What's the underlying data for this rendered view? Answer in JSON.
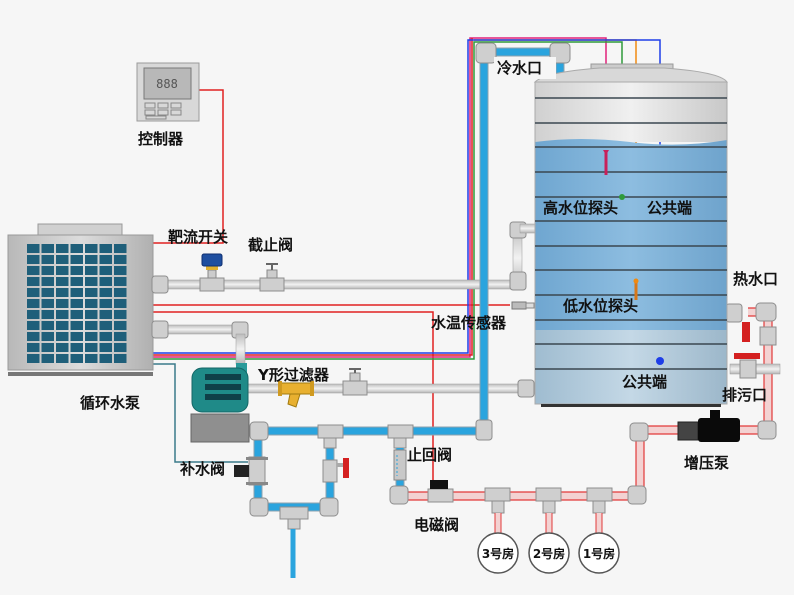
{
  "title": "空气能热泵热水系统示意图",
  "labels": {
    "controller": "控制器",
    "flow_switch": "靶流开关",
    "stop_valve": "截止阀",
    "cold_water_inlet": "冷水口",
    "high_level_probe": "高水位探头",
    "common_top": "公共端",
    "low_level_probe": "低水位探头",
    "water_temp_sensor": "水温传感器",
    "common_bottom": "公共端",
    "hot_water_outlet": "热水口",
    "drain_outlet": "排污口",
    "circulation_pump": "循环水泵",
    "y_filter": "Y形过滤器",
    "makeup_valve": "补水阀",
    "check_valve": "止回阀",
    "solenoid_valve": "电磁阀",
    "booster_pump": "增压泵",
    "room_3": "3号房",
    "room_2": "2号房",
    "room_1": "1号房"
  },
  "controller_display": "888",
  "colors": {
    "background": "#f6f6f6",
    "cold_pipe": "#2aa4de",
    "hot_pipe_line": "#e23a3a",
    "wire_red": "#e02020",
    "wire_pink": "#e0207a",
    "wire_green": "#2e9a3a",
    "wire_orange": "#f08a10",
    "wire_blue": "#1e3ee8",
    "tank_water": "#7eb2d8",
    "heat_pump_panel": "#1f5f7a",
    "pump_body": "#1f8a88",
    "filter": "#e8b030",
    "valve_handle": "#d42020"
  }
}
